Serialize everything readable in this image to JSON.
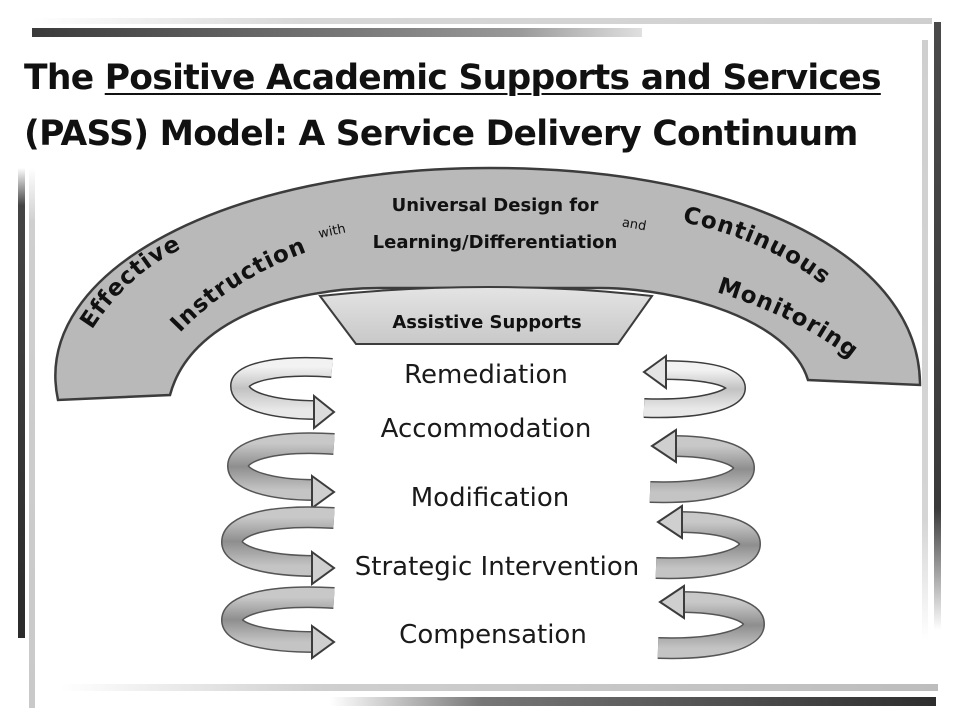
{
  "title": {
    "prefix": "The ",
    "underlined": "Positive Academic Supports and Services",
    "line2": "(PASS) Model:  A Service Delivery Continuum"
  },
  "arc": {
    "left_words": [
      "Effective",
      "Instruction"
    ],
    "with_word": "with",
    "center_line1": "Universal Design for",
    "center_line2": "Learning/Differentiation",
    "and_word": "and",
    "right_words": [
      "Continuous",
      "Monitoring"
    ]
  },
  "assistive_supports": "Assistive Supports",
  "stages": [
    "Remediation",
    "Accommodation",
    "Modification",
    "Strategic Intervention",
    "Compensation"
  ],
  "colors": {
    "arc_fill": "#b9b9b9",
    "arc_stroke": "#3c3c3c",
    "trapezoid_fill": "#d6d6d6"
  }
}
